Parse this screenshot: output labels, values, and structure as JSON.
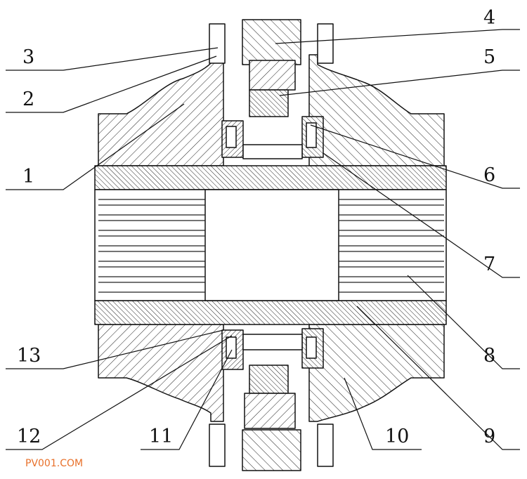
{
  "labels": {
    "l1": "1",
    "l2": "2",
    "l3": "3",
    "l4": "4",
    "l5": "5",
    "l6": "6",
    "l7": "7",
    "l8": "8",
    "l9": "9",
    "l10": "10",
    "l11": "11",
    "l12": "12",
    "l13": "13"
  },
  "watermark": "PV001.COM",
  "colors": {
    "line": "#111111",
    "watermark": "#e8702a"
  }
}
